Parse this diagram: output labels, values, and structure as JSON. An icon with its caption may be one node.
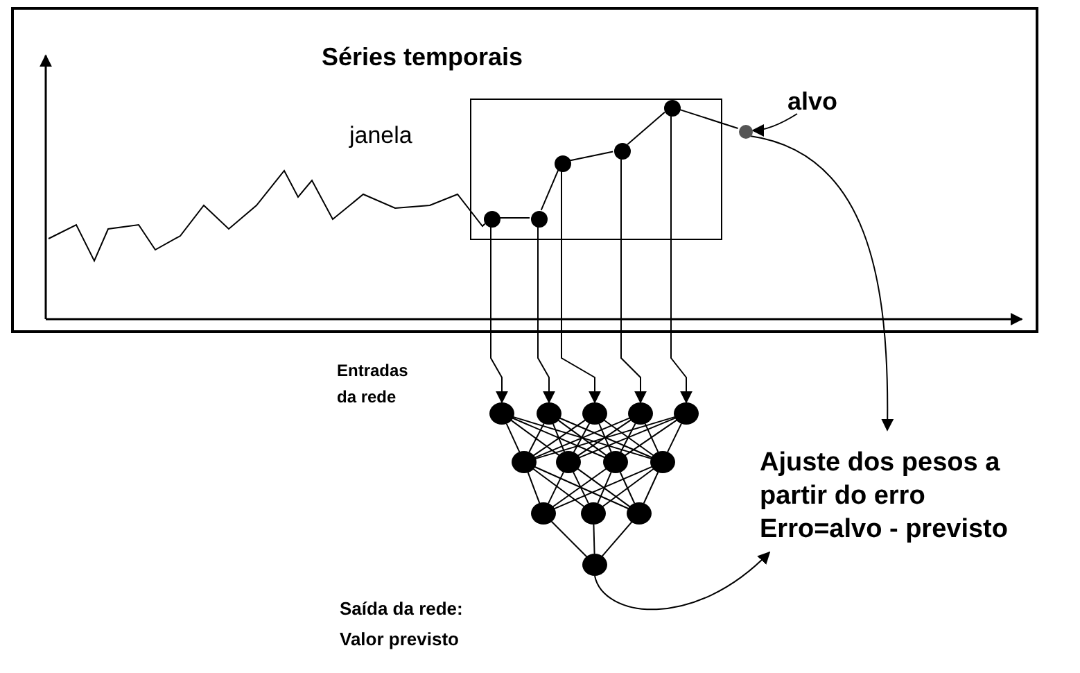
{
  "diagram": {
    "nodes": [
      {
        "text": [
          "Séries temporais"
        ]
      },
      {
        "text": [
          "janela"
        ],
        "in": 0
      },
      {
        "text": [],
        "shape": "circle",
        "in": 1
      },
      {
        "text": [],
        "shape": "circle",
        "in": 1
      },
      {
        "text": [],
        "shape": "circle",
        "in": 1
      },
      {
        "text": [],
        "shape": "circle",
        "in": 1
      },
      {
        "text": [],
        "shape": "circle",
        "in": 1
      },
      {
        "text": [],
        "shape": "circle",
        "in": 0
      },
      {
        "text": [
          "alvo"
        ],
        "in": 0
      },
      {
        "text": [],
        "shape": "circle"
      },
      {
        "text": [],
        "shape": "circle"
      },
      {
        "text": [],
        "shape": "circle"
      },
      {
        "text": [],
        "shape": "circle"
      },
      {
        "text": [],
        "shape": "circle"
      },
      {
        "text": [],
        "shape": "circle"
      },
      {
        "text": [],
        "shape": "circle"
      },
      {
        "text": [],
        "shape": "circle"
      },
      {
        "text": [],
        "shape": "circle"
      },
      {
        "text": [],
        "shape": "circle"
      },
      {
        "text": [],
        "shape": "circle"
      },
      {
        "text": [],
        "shape": "circle"
      },
      {
        "text": [],
        "shape": "circle"
      },
      {
        "text": [
          "Ajuste dos pesos a partir do erro",
          "Erro=alvo - previsto"
        ]
      }
    ],
    "edges": [
      {
        "from": null,
        "to": 2,
        "arrow": "none"
      },
      {
        "from": 2,
        "to": 3,
        "arrow": "none"
      },
      {
        "from": 3,
        "to": 4,
        "arrow": "none"
      },
      {
        "from": 4,
        "to": 5,
        "arrow": "none"
      },
      {
        "from": 5,
        "to": 6,
        "arrow": "none"
      },
      {
        "from": 6,
        "to": 7,
        "arrow": "none"
      },
      {
        "from": 8,
        "to": 7,
        "arrow": "to"
      },
      {
        "from": 2,
        "to": 9,
        "arrow": "to"
      },
      {
        "from": 3,
        "to": 10,
        "arrow": "to"
      },
      {
        "from": 4,
        "to": 11,
        "arrow": "to"
      },
      {
        "from": 5,
        "to": 12,
        "arrow": "to"
      },
      {
        "from": 6,
        "to": 13,
        "arrow": "to"
      },
      {
        "from": 9,
        "to": 14,
        "arrow": "none"
      },
      {
        "from": 9,
        "to": 15,
        "arrow": "none"
      },
      {
        "from": 9,
        "to": 16,
        "arrow": "none"
      },
      {
        "from": 9,
        "to": 17,
        "arrow": "none"
      },
      {
        "from": 10,
        "to": 14,
        "arrow": "none"
      },
      {
        "from": 10,
        "to": 15,
        "arrow": "none"
      },
      {
        "from": 10,
        "to": 16,
        "arrow": "none"
      },
      {
        "from": 10,
        "to": 17,
        "arrow": "none"
      },
      {
        "from": 11,
        "to": 14,
        "arrow": "none"
      },
      {
        "from": 11,
        "to": 15,
        "arrow": "none"
      },
      {
        "from": 11,
        "to": 16,
        "arrow": "none"
      },
      {
        "from": 11,
        "to": 17,
        "arrow": "none"
      },
      {
        "from": 12,
        "to": 14,
        "arrow": "none"
      },
      {
        "from": 12,
        "to": 15,
        "arrow": "none"
      },
      {
        "from": 12,
        "to": 16,
        "arrow": "none"
      },
      {
        "from": 12,
        "to": 17,
        "arrow": "none"
      },
      {
        "from": 13,
        "to": 14,
        "arrow": "none"
      },
      {
        "from": 13,
        "to": 15,
        "arrow": "none"
      },
      {
        "from": 13,
        "to": 16,
        "arrow": "none"
      },
      {
        "from": 13,
        "to": 17,
        "arrow": "none"
      },
      {
        "from": 14,
        "to": 18,
        "arrow": "none"
      },
      {
        "from": 14,
        "to": 19,
        "arrow": "none"
      },
      {
        "from": 14,
        "to": 20,
        "arrow": "none"
      },
      {
        "from": 15,
        "to": 18,
        "arrow": "none"
      },
      {
        "from": 15,
        "to": 19,
        "arrow": "none"
      },
      {
        "from": 15,
        "to": 20,
        "arrow": "none"
      },
      {
        "from": 16,
        "to": 18,
        "arrow": "none"
      },
      {
        "from": 16,
        "to": 19,
        "arrow": "none"
      },
      {
        "from": 16,
        "to": 20,
        "arrow": "none"
      },
      {
        "from": 17,
        "to": 18,
        "arrow": "none"
      },
      {
        "from": 17,
        "to": 19,
        "arrow": "none"
      },
      {
        "from": 17,
        "to": 20,
        "arrow": "none"
      },
      {
        "from": 18,
        "to": 21,
        "arrow": "none"
      },
      {
        "from": 19,
        "to": 21,
        "arrow": "none"
      },
      {
        "from": 20,
        "to": 21,
        "arrow": "none"
      },
      {
        "from": 7,
        "to": 22,
        "arrow": "to"
      },
      {
        "from": 21,
        "to": 22,
        "arrow": "to"
      }
    ],
    "labels": [
      "Entradas da rede",
      "Saída da rede: Valor previsto"
    ]
  }
}
